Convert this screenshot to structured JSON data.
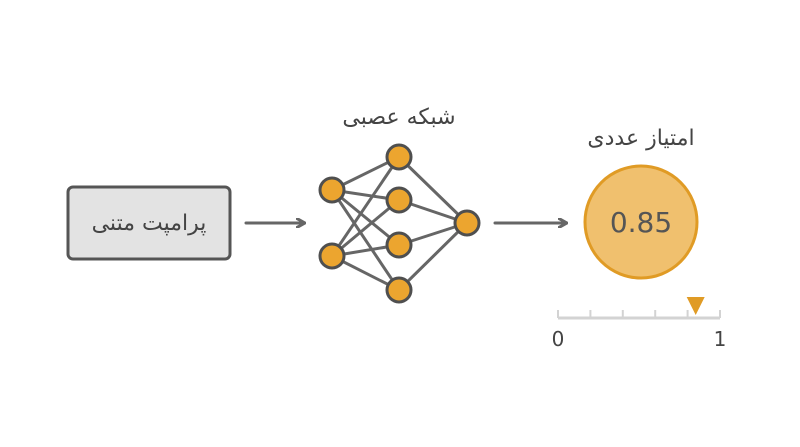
{
  "prompt_box": {
    "label": "پرامپت متنی"
  },
  "network": {
    "title": "شبکه عصبی"
  },
  "score": {
    "title": "امتیاز عددی",
    "value_text": "0.85",
    "value": 0.85,
    "scale_min_label": "0",
    "scale_max_label": "1"
  },
  "colors": {
    "node_fill": "#eca52f",
    "node_stroke": "#4f4f4f",
    "edge": "#666666",
    "box_fill": "#e3e3e3",
    "box_stroke": "#555555",
    "score_fill": "#f0c06e",
    "score_stroke": "#e09b25",
    "marker": "#e09b25",
    "scale": "#d3d3d3",
    "text": "#444444"
  }
}
